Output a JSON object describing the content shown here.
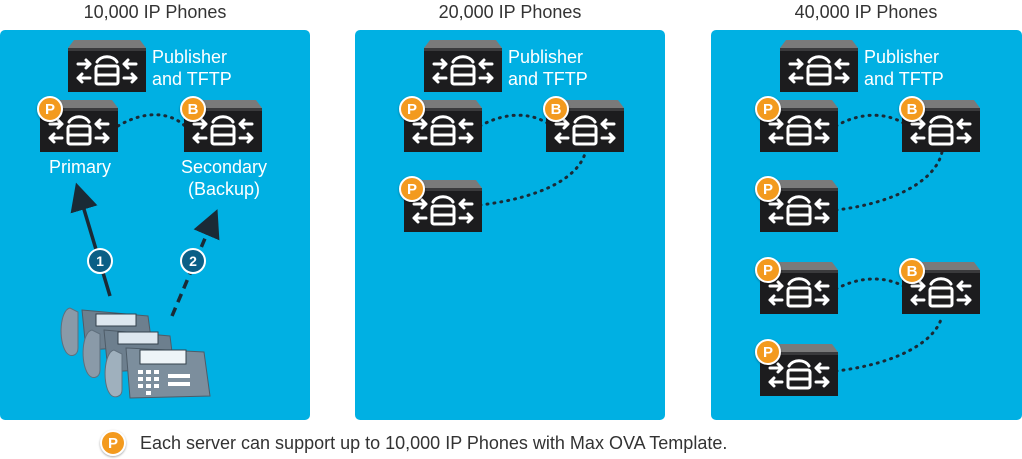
{
  "columns": [
    {
      "title": "10,000 IP Phones"
    },
    {
      "title": "20,000 IP Phones"
    },
    {
      "title": "40,000 IP Phones"
    }
  ],
  "publisher_label": [
    "Publisher",
    "and TFTP"
  ],
  "badge_p": "P",
  "badge_b": "B",
  "primary_label": "Primary",
  "secondary_label": [
    "Secondary",
    "(Backup)"
  ],
  "steps": [
    "1",
    "2"
  ],
  "footnote": "Each server can support up to 10,000 IP Phones with Max OVA Template.",
  "colors": {
    "panel": "#00b0e3",
    "badge": "#f39a1e",
    "step": "#0b5f86",
    "server_body": "#1c1c1e"
  },
  "icons": [
    "call-manager-server-icon",
    "ip-phone-icon"
  ]
}
